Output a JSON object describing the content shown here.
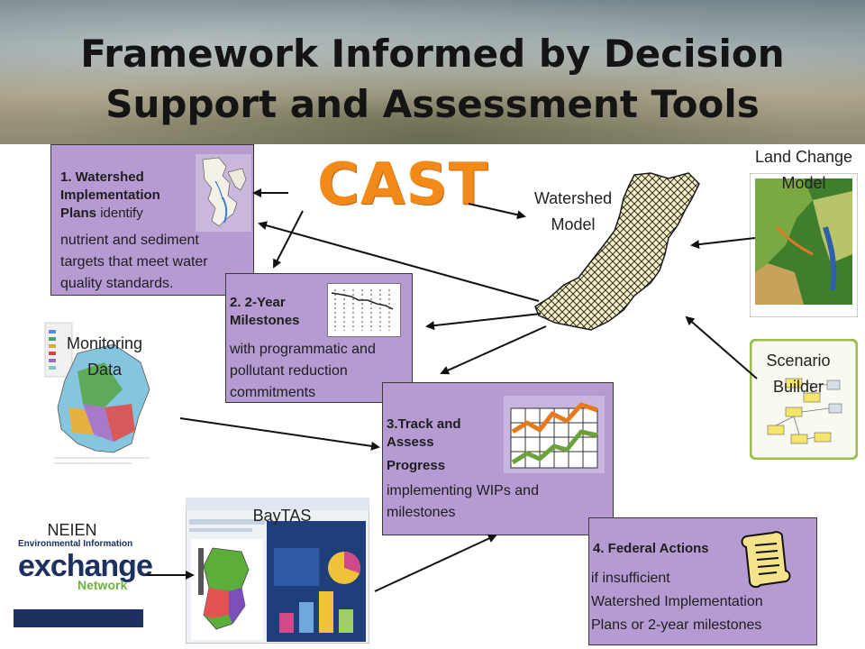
{
  "title": {
    "line1": "Framework Informed by Decision",
    "line2": "Support and Assessment Tools"
  },
  "cast_label": "CAST",
  "labels": {
    "watershed_model_l1": "Watershed",
    "watershed_model_l2": "Model",
    "land_change_l1": "Land Change",
    "land_change_l2": "Model",
    "scenario_l1": "Scenario",
    "scenario_l2": "Builder",
    "monitoring_l1": "Monitoring",
    "monitoring_l2": "Data",
    "neien": "NEIEN",
    "baytas": "BayTAS"
  },
  "neien_logo": {
    "line1": "Environmental Information",
    "word": "exchange",
    "line3": "Network"
  },
  "boxes": {
    "wip": {
      "head_l1": "1. Watershed",
      "head_l2": "Implementation",
      "head_l3": "Plans",
      "head_l3_rest": " identify",
      "body_l1": "nutrient and sediment",
      "body_l2": "targets that meet water",
      "body_l3": "quality standards."
    },
    "milestones": {
      "head_l1": "2. 2-Year",
      "head_l2": "Milestones",
      "body_l1": "with programmatic and",
      "body_l2": "pollutant reduction",
      "body_l3": "commitments"
    },
    "track": {
      "head_l1": "3.Track and",
      "head_l2": "Assess",
      "head_l3": "Progress",
      "body_l1": "implementing WIPs and",
      "body_l2": "milestones"
    },
    "federal": {
      "head": "4. Federal Actions",
      "body_l1": "if insufficient",
      "body_l2": "Watershed Implementation",
      "body_l3": "Plans or 2-year milestones"
    }
  },
  "colors": {
    "box_fill": "#b69bd2",
    "cast_orange": "#f28a1a",
    "neien_blue": "#1d3160",
    "neien_green": "#6cb33f"
  }
}
